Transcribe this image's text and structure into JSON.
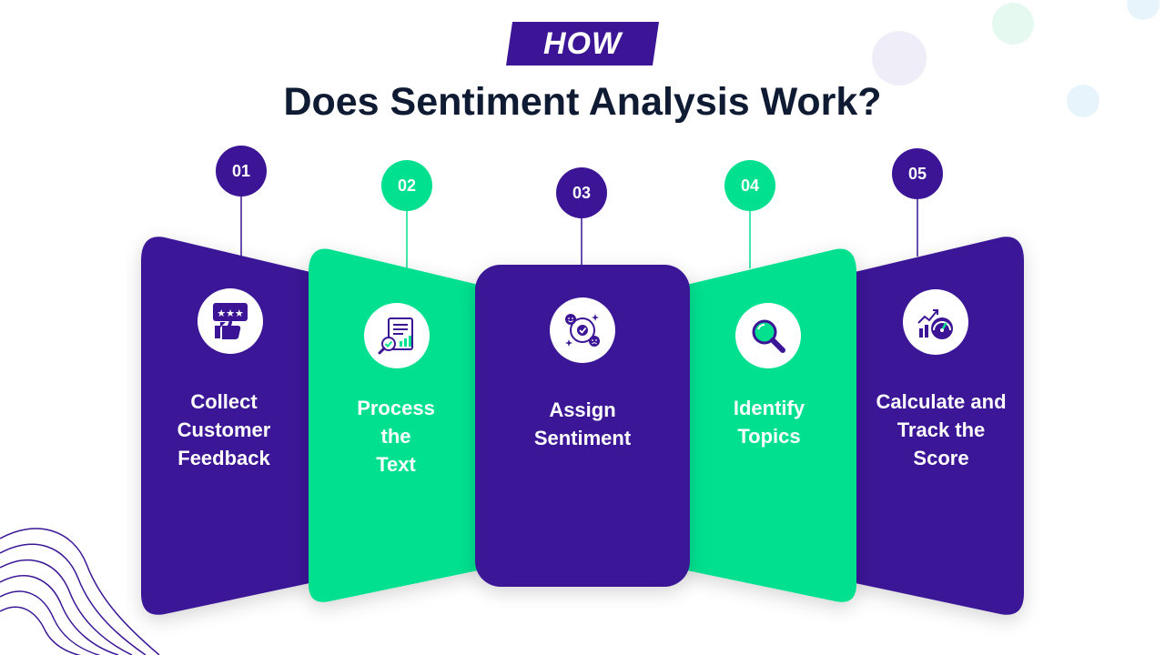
{
  "header": {
    "tag": "HOW",
    "title": "Does Sentiment Analysis Work?"
  },
  "colors": {
    "purple": "#3b1596",
    "green": "#00e08f",
    "dark_text": "#0f1b33",
    "white": "#ffffff"
  },
  "steps": [
    {
      "number": "01",
      "label": "Collect Customer Feedback",
      "lines": [
        "Collect",
        "Customer",
        "Feedback"
      ],
      "icon": "thumbs-up-rating-icon",
      "color": "purple"
    },
    {
      "number": "02",
      "label": "Process the Text",
      "lines": [
        "Process",
        "the",
        "Text"
      ],
      "icon": "document-analysis-icon",
      "color": "green"
    },
    {
      "number": "03",
      "label": "Assign Sentiment",
      "lines": [
        "Assign",
        "Sentiment"
      ],
      "icon": "emotion-faces-icon",
      "color": "purple"
    },
    {
      "number": "04",
      "label": "Identify Topics",
      "lines": [
        "Identify",
        "Topics"
      ],
      "icon": "magnifier-icon",
      "color": "green"
    },
    {
      "number": "05",
      "label": "Calculate and Track the Score",
      "lines": [
        "Calculate and",
        "Track the",
        "Score"
      ],
      "icon": "growth-gauge-icon",
      "color": "purple"
    }
  ]
}
